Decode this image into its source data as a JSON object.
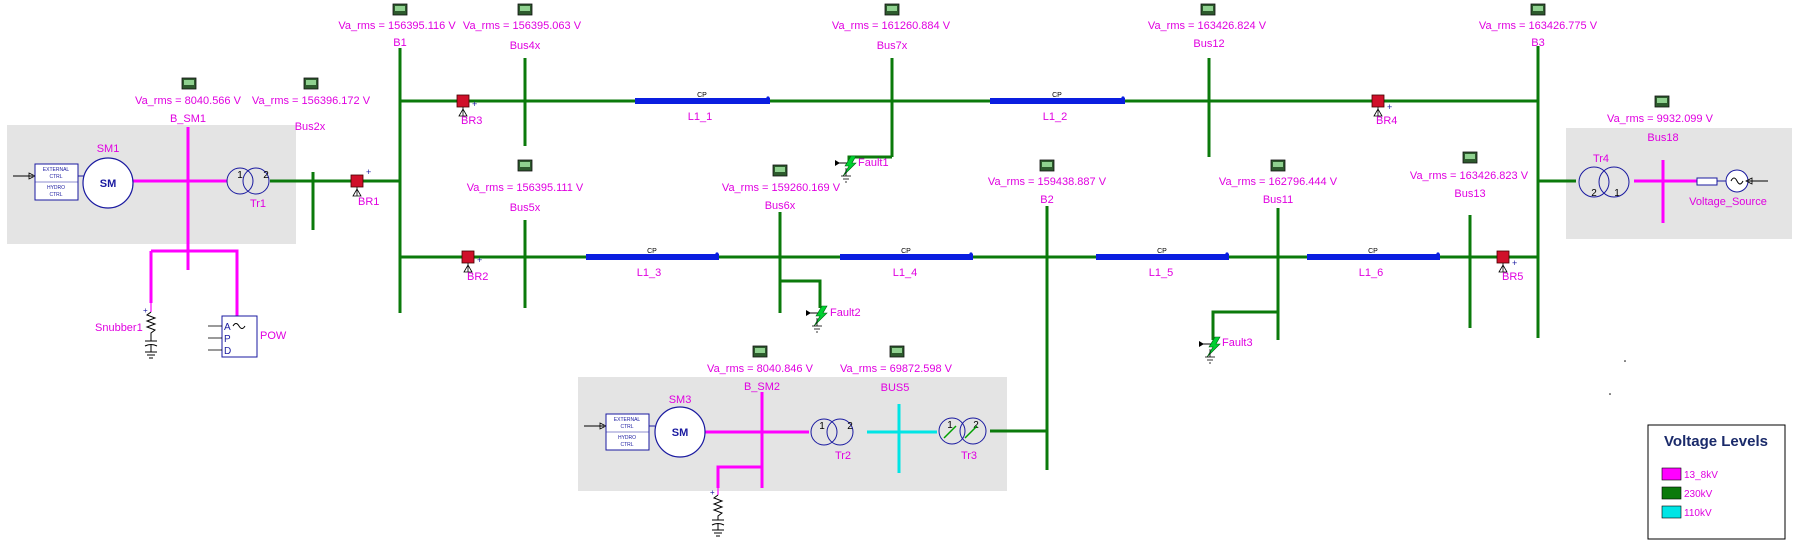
{
  "colors": {
    "kv13_8": "#ff00ff",
    "kv230": "#0b7a0b",
    "kv110": "#00e5e5",
    "line": "#0a1ee0",
    "breaker": "#d0102a",
    "label": "#e000e0",
    "group_bg": "#e4e4e4"
  },
  "meters": {
    "b_sm1": "Va_rms = 8040.566 V",
    "bus2x": "Va_rms = 156396.172 V",
    "b1": "Va_rms = 156395.116 V",
    "bus4x": "Va_rms = 156395.063 V",
    "bus7x": "Va_rms = 161260.884 V",
    "bus12": "Va_rms = 163426.824 V",
    "b3": "Va_rms = 163426.775 V",
    "bus18": "Va_rms = 9932.099 V",
    "bus5x": "Va_rms = 156395.111 V",
    "bus6x": "Va_rms = 159260.169 V",
    "b2": "Va_rms = 159438.887 V",
    "bus11": "Va_rms = 162796.444 V",
    "bus13": "Va_rms = 163426.823 V",
    "b_sm2": "Va_rms = 8040.846 V",
    "bus5": "Va_rms = 69872.598 V"
  },
  "buses": {
    "b_sm1": "B_SM1",
    "bus2x": "Bus2x",
    "b1": "B1",
    "bus4x": "Bus4x",
    "bus7x": "Bus7x",
    "bus12": "Bus12",
    "b3": "B3",
    "bus18": "Bus18",
    "bus5x": "Bus5x",
    "bus6x": "Bus6x",
    "b2": "B2",
    "bus11": "Bus11",
    "bus13": "Bus13",
    "b_sm2": "B_SM2",
    "bus5": "BUS5"
  },
  "components": {
    "sm1": "SM1",
    "sm3": "SM3",
    "sm_symbol": "SM",
    "tr1": "Tr1",
    "tr2": "Tr2",
    "tr3": "Tr3",
    "tr4": "Tr4",
    "br1": "BR1",
    "br2": "BR2",
    "br3": "BR3",
    "br4": "BR4",
    "br5": "BR5",
    "fault1": "Fault1",
    "fault2": "Fault2",
    "fault3": "Fault3",
    "snubber1": "Snubber1",
    "pow": "POW",
    "voltage_source": "Voltage_Source",
    "exciter_lines": [
      "EXTERNAL",
      "CTRL",
      "HYDRO",
      "CTRL"
    ],
    "pow_pins": [
      "A",
      "P",
      "D"
    ],
    "winding_1": "1",
    "winding_2": "2"
  },
  "lines": {
    "l1_1": "L1_1",
    "l1_2": "L1_2",
    "l1_3": "L1_3",
    "l1_4": "L1_4",
    "l1_5": "L1_5",
    "l1_6": "L1_6",
    "cp": "CP"
  },
  "legend": {
    "title": "Voltage Levels",
    "items": [
      {
        "label": "13_8kV",
        "color": "#ff00ff"
      },
      {
        "label": "230kV",
        "color": "#0b7a0b"
      },
      {
        "label": "110kV",
        "color": "#00e5e5"
      }
    ]
  }
}
